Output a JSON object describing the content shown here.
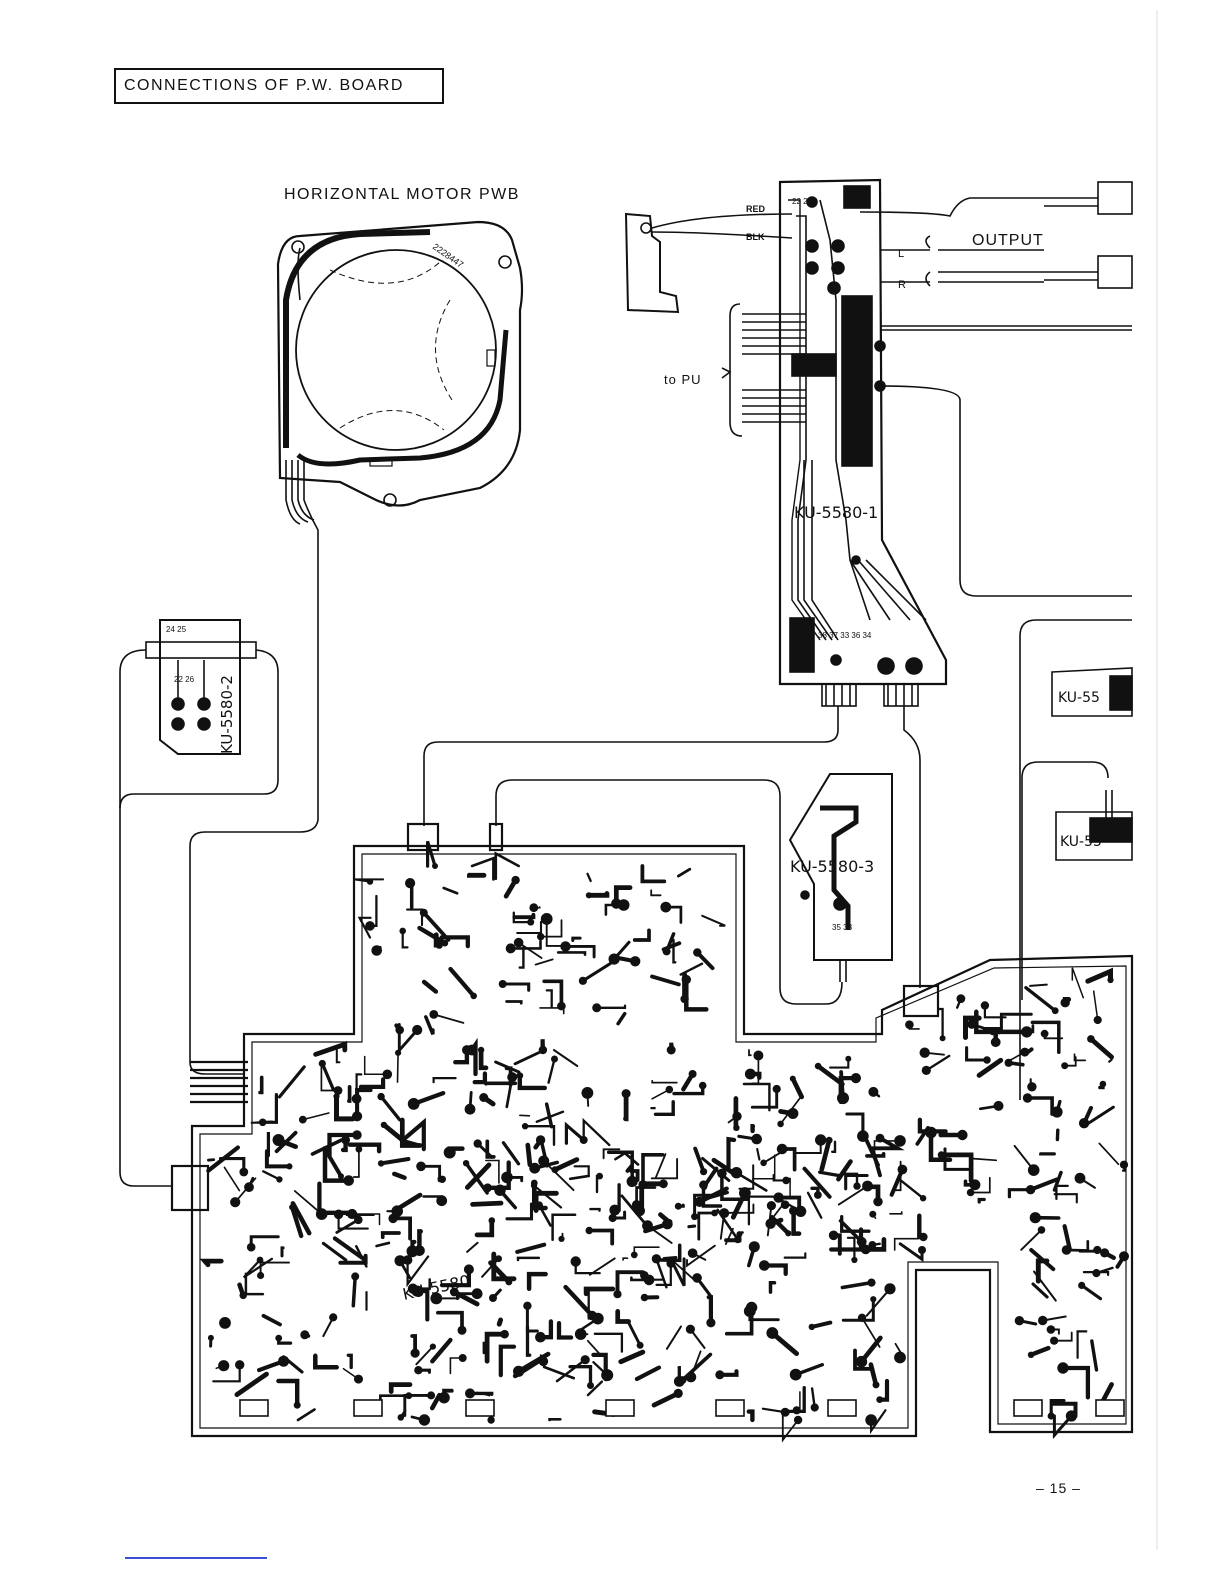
{
  "title": "CONNECTIONS OF P.W. BOARD",
  "labels": {
    "horizontal_motor": "HORIZONTAL  MOTOR  PWB",
    "motor_part_no": "2228447",
    "output": "OUTPUT",
    "output_l": "L",
    "output_r": "R",
    "wire_red": "RED",
    "wire_blk": "BLK",
    "to_pu": "to  PU",
    "board_ku5580_1": "KU-5580-1",
    "board_ku5580_2": "KU-5580-2",
    "board_ku5580_3": "KU-5580-3",
    "board_main": "KU-5580",
    "board_right_1": "KU-55",
    "board_right_2": "KU-55",
    "pins_ku1": "22  23",
    "pins_ku1_bottom": "38 37  33 36 34",
    "pins_ku2_top": "24   25",
    "pins_ku2_mid": "22  26",
    "pins_ku3": "35 33"
  },
  "page_number": "– 15 –",
  "colors": {
    "ink": "#111111",
    "paper": "#ffffff",
    "link_rule": "#3b4fd8"
  }
}
